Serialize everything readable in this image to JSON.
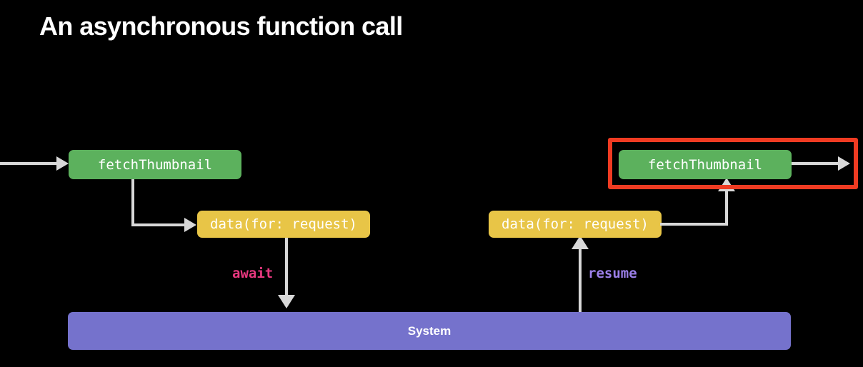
{
  "slide": {
    "title": "An asynchronous function call",
    "background_color": "#000000"
  },
  "palette": {
    "function_box": "#5cb15d",
    "call_box": "#e8c547",
    "system_bar": "#7572cc",
    "highlight_border": "#ef3b22",
    "connector": "#d8d8d8",
    "await_label": "#e8387f",
    "resume_label": "#9b7fe8",
    "text": "#ffffff"
  },
  "diagram": {
    "type": "flow",
    "nodes": [
      {
        "id": "fetch-left",
        "label": "fetchThumbnail",
        "kind": "function",
        "color": "#5cb15d"
      },
      {
        "id": "data-left",
        "label": "data(for: request)",
        "kind": "call",
        "color": "#e8c547"
      },
      {
        "id": "data-right",
        "label": "data(for: request)",
        "kind": "call",
        "color": "#e8c547"
      },
      {
        "id": "fetch-right",
        "label": "fetchThumbnail",
        "kind": "function",
        "color": "#5cb15d",
        "highlighted": true
      },
      {
        "id": "system",
        "label": "System",
        "kind": "system",
        "color": "#7572cc"
      }
    ],
    "edges": [
      {
        "id": "entry",
        "from": "caller",
        "to": "fetch-left",
        "label": ""
      },
      {
        "id": "call-data",
        "from": "fetch-left",
        "to": "data-left",
        "label": ""
      },
      {
        "id": "suspend",
        "from": "data-left",
        "to": "system",
        "label": "await"
      },
      {
        "id": "resume",
        "from": "system",
        "to": "data-right",
        "label": "resume"
      },
      {
        "id": "return-data",
        "from": "data-right",
        "to": "fetch-right",
        "label": ""
      },
      {
        "id": "exit",
        "from": "fetch-right",
        "to": "caller",
        "label": ""
      }
    ],
    "labels": {
      "await": "await",
      "resume": "resume"
    }
  }
}
